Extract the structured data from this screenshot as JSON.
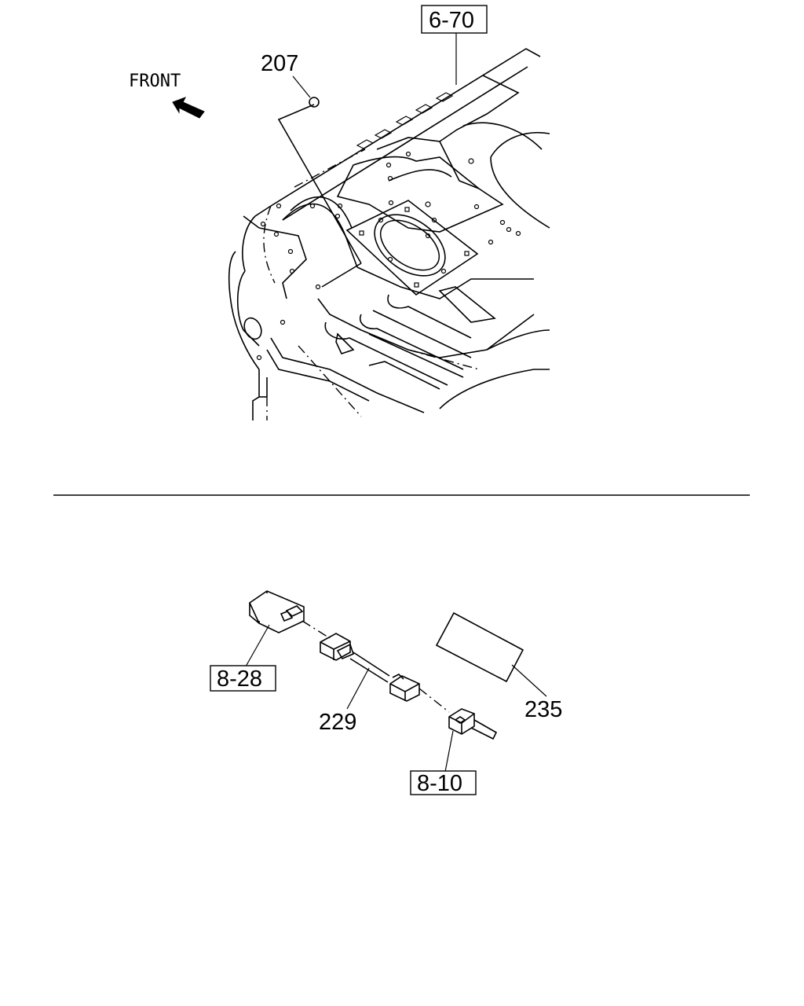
{
  "labels": {
    "front": "FRONT",
    "ref_top": "6-70",
    "part_207": "207",
    "ref_left": "8-28",
    "part_229": "229",
    "part_235": "235",
    "ref_bottom": "8-10"
  },
  "icons": {
    "front_arrow": "arrow-up-left-icon"
  }
}
